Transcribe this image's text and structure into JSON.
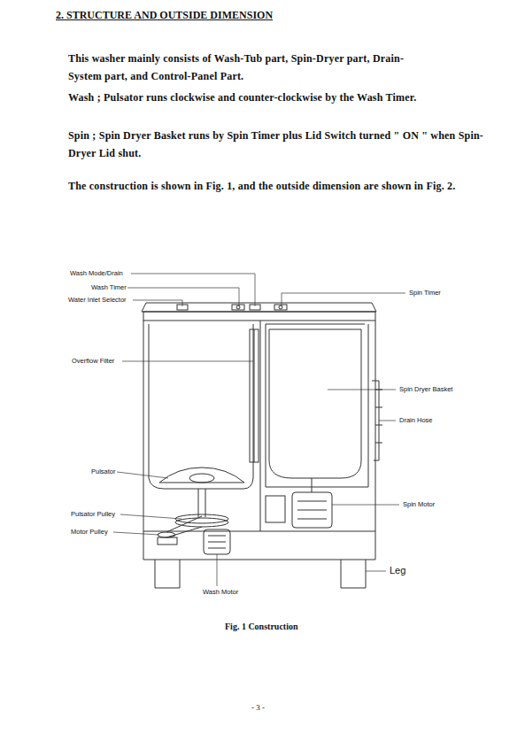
{
  "diagram": {
    "title": "2. STRUCTURE AND OUTSIDE DIMENSION",
    "caption": "Fig. 1 Construction",
    "labels": [
      "This washer mainly consists of Wash-Tub part, Spin-Dryer part, Drain-System part, and Control-Panel Part.",
      "Wash ; Pulsator runs clockwise and counter-clockwise by the Wash Timer.",
      "Spin ; Spin Dryer Basket runs by Spin Timer plus Lid Switch turned \" ON \" when Spin-Dryer Lid shut.",
      "The construction is shown in Fig. 1, and the outside dimension are shown in Fig. 2.",
      "Wash Mode/Drain",
      "Wash Timer",
      "Water Inlet Selector",
      "Spin Timer",
      "Overflow Filter",
      "Spin Dryer Basket",
      "Drain Hose",
      "Pulsator",
      "Spin Motor",
      "Pulsator Pulley",
      "Motor Pulley",
      "Leg",
      "Wash Motor",
      "- 3 -"
    ]
  }
}
